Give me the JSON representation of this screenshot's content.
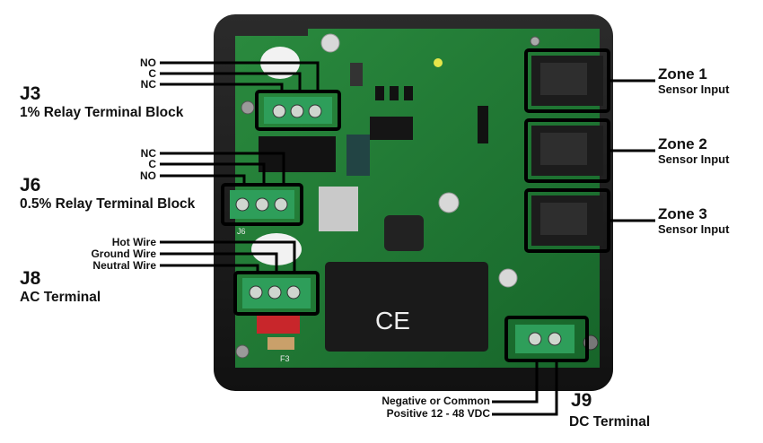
{
  "j3": {
    "id": "J3",
    "desc": "1% Relay Terminal Block",
    "wires": [
      "NO",
      "C",
      "NC"
    ]
  },
  "j6": {
    "id": "J6",
    "desc": "0.5% Relay Terminal Block",
    "wires": [
      "NC",
      "C",
      "NO"
    ]
  },
  "j8": {
    "id": "J8",
    "desc": "AC Terminal",
    "wires": [
      "Hot Wire",
      "Ground Wire",
      "Neutral Wire"
    ]
  },
  "j9": {
    "id": "J9",
    "desc": "DC Terminal",
    "wires": [
      "Negative or Common",
      "Positive 12 - 48 VDC"
    ]
  },
  "zones": [
    {
      "name": "Zone 1",
      "desc": "Sensor Input"
    },
    {
      "name": "Zone 2",
      "desc": "Sensor Input"
    },
    {
      "name": "Zone 3",
      "desc": "Sensor Input"
    }
  ],
  "board": {
    "ce_mark": "CE",
    "silk_f": "F3",
    "silk_j6": "J6"
  },
  "colors": {
    "pcb": "#1f7a33",
    "enclosure": "#1c1c1c",
    "terminal": "#2e9e5a",
    "accent_red": "#c8262b"
  }
}
